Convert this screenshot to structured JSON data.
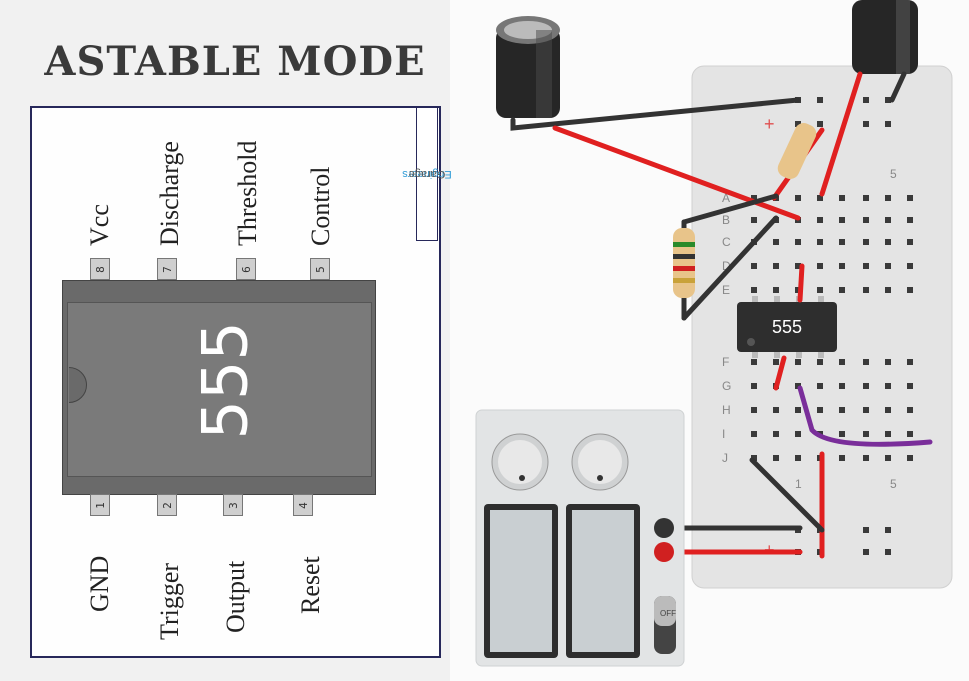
{
  "title": "ASTABLE MODE",
  "brand": {
    "part1": "Engineers",
    "part2": "Garage"
  },
  "chip": {
    "label": "555"
  },
  "top_pins": [
    {
      "number": "8",
      "name": "Vcc"
    },
    {
      "number": "7",
      "name": "Discharge"
    },
    {
      "number": "6",
      "name": "Threshold"
    },
    {
      "number": "5",
      "name": "Control"
    }
  ],
  "bottom_pins": [
    {
      "number": "1",
      "name": "GND"
    },
    {
      "number": "2",
      "name": "Trigger"
    },
    {
      "number": "3",
      "name": "Output"
    },
    {
      "number": "4",
      "name": "Reset"
    }
  ],
  "breadboard": {
    "ic_label": "555",
    "row_labels": [
      "A",
      "B",
      "C",
      "D",
      "E",
      "F",
      "G",
      "H",
      "I",
      "J"
    ],
    "col_labels": [
      "1",
      "5"
    ],
    "rail_plus": "+",
    "psu_off": "OFF"
  },
  "colors": {
    "wire_red": "#e02020",
    "wire_black": "#333333",
    "wire_purple": "#7a2e9a",
    "frame": "#27285a",
    "brand_blue": "#2f9bd6"
  }
}
